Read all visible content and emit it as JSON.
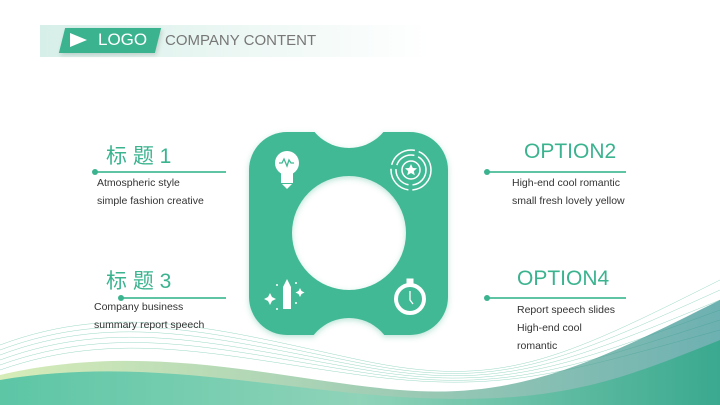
{
  "header": {
    "logo": "LOGO",
    "company": "COMPANY CONTENT"
  },
  "items": [
    {
      "title": "标 题 1",
      "lines": [
        "Atmospheric style",
        "simple fashion creative"
      ]
    },
    {
      "title": "OPTION2",
      "lines": [
        "High-end cool romantic",
        "small fresh lovely yellow"
      ]
    },
    {
      "title": "标 题 3",
      "lines": [
        "Company business",
        "summary report speech"
      ]
    },
    {
      "title": "OPTION4",
      "lines": [
        "Report speech slides",
        "High-end cool",
        "romantic"
      ]
    }
  ],
  "colors": {
    "accent": "#3bb38f",
    "text": "#333333"
  }
}
